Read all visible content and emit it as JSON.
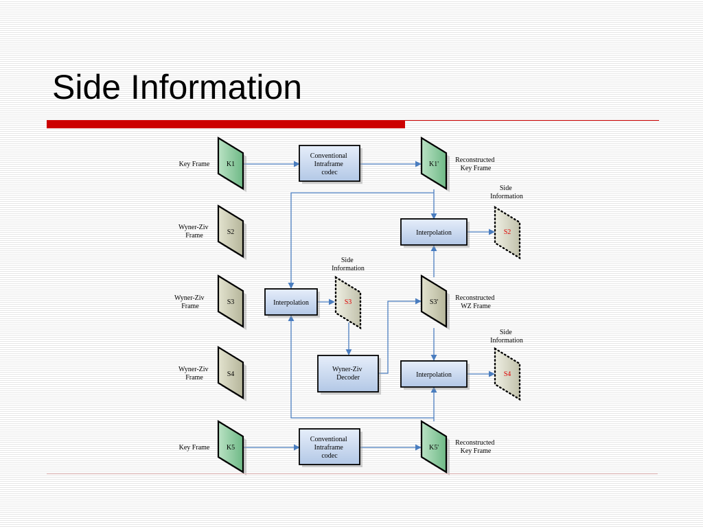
{
  "slide": {
    "title": "Side Information"
  },
  "left_labels": {
    "k1": "Key Frame",
    "s2": [
      "Wyner-Ziv",
      "Frame"
    ],
    "s3": [
      "Wyner-Ziv",
      "Frame"
    ],
    "s4": [
      "Wyner-Ziv",
      "Frame"
    ],
    "k5": "Key Frame"
  },
  "input_frames": {
    "k1": "K1",
    "s2": "S2",
    "s3": "S3",
    "s4": "S4",
    "k5": "K5"
  },
  "codec_top": [
    "Conventional",
    "Intraframe",
    "codec"
  ],
  "codec_bottom": [
    "Conventional",
    "Intraframe",
    "codec"
  ],
  "output_frames": {
    "k1": "K1'",
    "s3": "S3'",
    "k5": "K5'"
  },
  "right_labels": {
    "k1": [
      "Reconstructed",
      "Key Frame"
    ],
    "s3": [
      "Reconstructed",
      "WZ Frame"
    ],
    "k5": [
      "Reconstructed",
      "Key Frame"
    ]
  },
  "interp": {
    "s2": "Interpolation",
    "s3": "Interpolation",
    "s4": "Interpolation"
  },
  "side_labels": {
    "s2": [
      "Side",
      "Information"
    ],
    "s3": [
      "Side",
      "Information"
    ],
    "s4": [
      "Side",
      "Information"
    ]
  },
  "side_frames": {
    "s2": "S2",
    "s3": "S3",
    "s4": "S4"
  },
  "decoder": [
    "Wyner-Ziv",
    "Decoder"
  ],
  "colors": {
    "title_rule": "#cc0000",
    "key_frame_fill": "#8ccc9e",
    "wz_frame_fill": "#c9c9ae",
    "side_frame_fill": "#d6d6c4",
    "box_fill": "#c9d8ee",
    "arrow": "#4a7dbf",
    "side_text": "#e00000"
  }
}
